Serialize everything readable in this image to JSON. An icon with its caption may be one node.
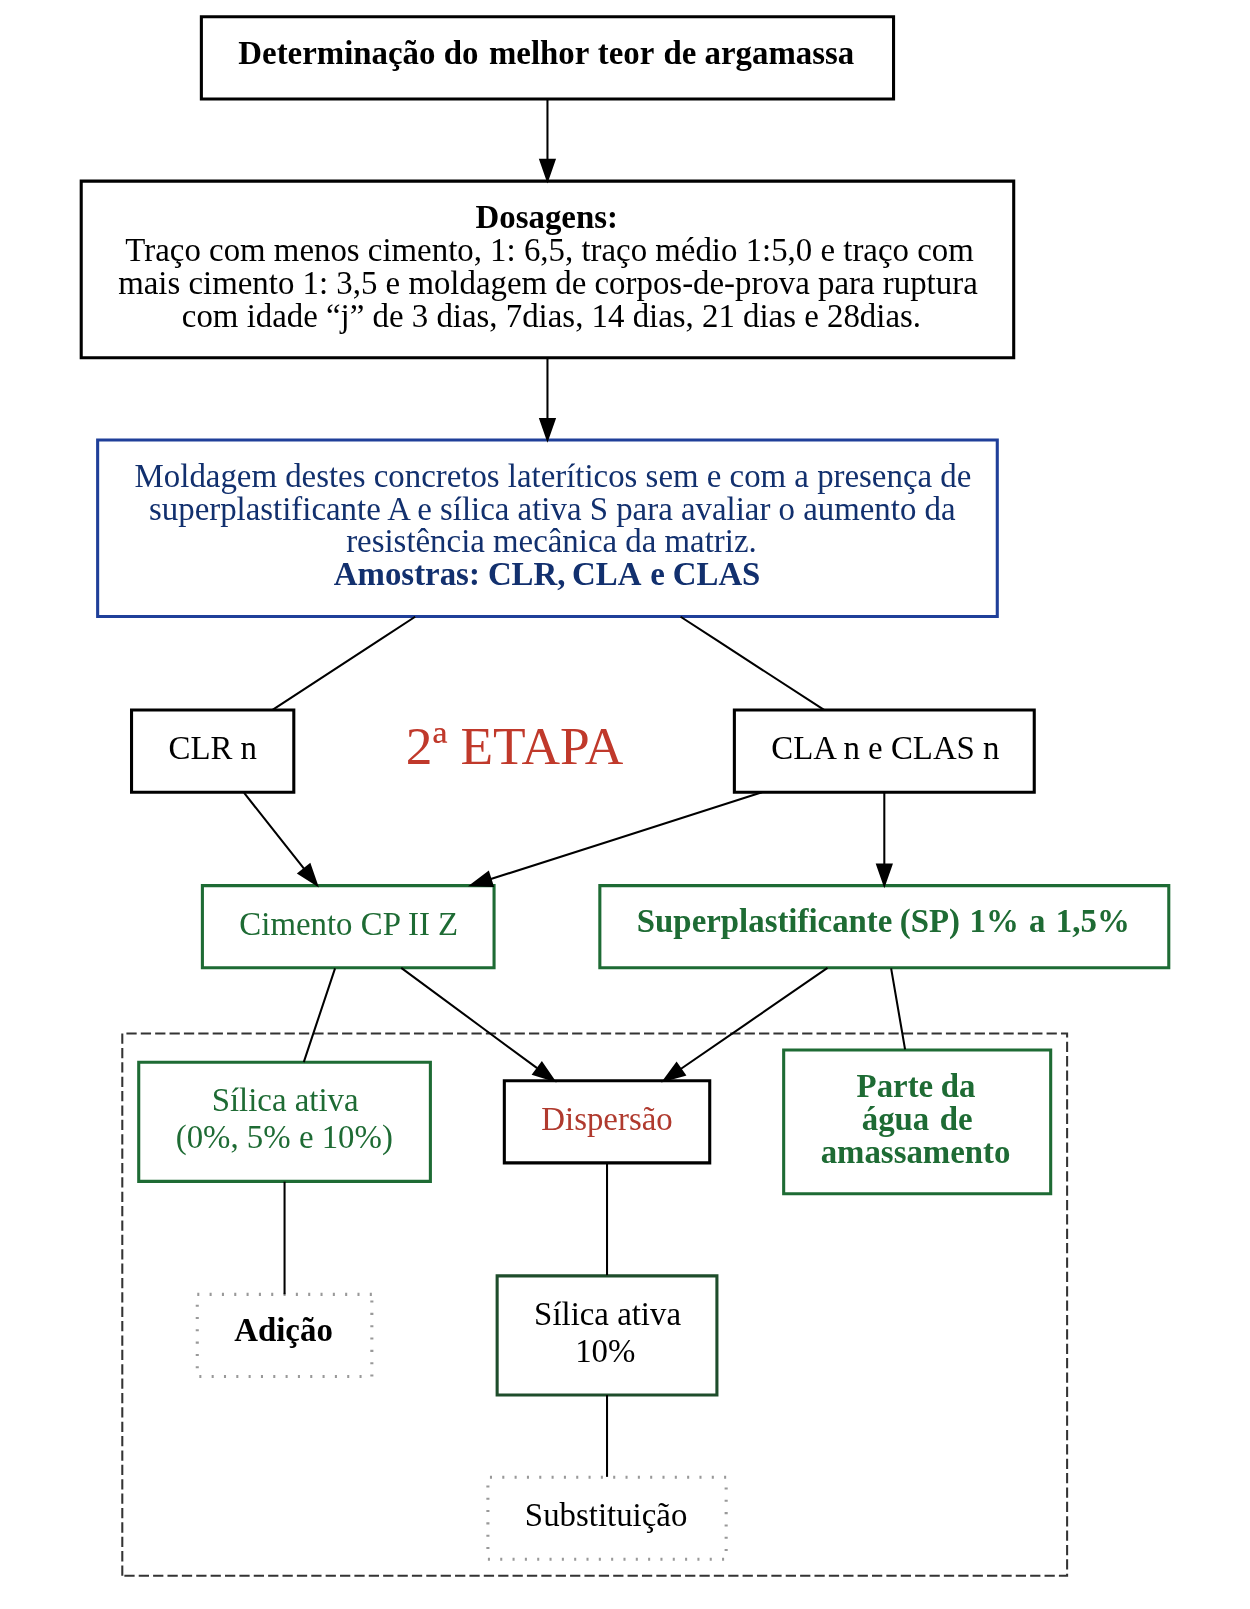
{
  "diagram": {
    "nodes": [
      {
        "text": [
          "Determinação do melhor teor de argamassa"
        ]
      },
      {
        "text": [
          "Dosagens:",
          "Traço com menos cimento, 1: 6,5, traço médio 1:5,0 e traço com mais cimento 1: 3,5 e moldagem de corpos-de-prova para ruptura com idade “j” de 3 dias, 7dias, 14 dias, 21 dias e 28dias."
        ]
      },
      {
        "text": [
          "Moldagem destes concretos lateríticos sem e com a presença de superplastificante A e sílica ativa S para avaliar o aumento da resistência mecânica da matriz. **Amostras: CLR, CLA e CLAS**"
        ]
      },
      {
        "text": [
          "CLR n"
        ]
      },
      {
        "text": [
          "CLA n e CLAS n"
        ]
      },
      {
        "text": [
          "Cimento CP II Z"
        ]
      },
      {
        "text": [
          "Superplastificante (SP) 1% a 1,5%"
        ]
      },
      {
        "text": [],
        "shape": "box"
      },
      {
        "text": [
          "Dispersão"
        ],
        "in": 7
      },
      {
        "text": [
          "Sílica ativa (0%, 5% e 10%)"
        ],
        "in": 7
      },
      {
        "text": [
          "Sílica ativa 10%"
        ],
        "in": 7
      },
      {
        "text": [
          "Parte da água de amassamento"
        ],
        "in": 7
      },
      {
        "text": [
          "Adição"
        ],
        "in": 7
      },
      {
        "text": [
          "Substituição"
        ],
        "in": 7
      }
    ],
    "edges": [
      {
        "from": 0,
        "to": 1,
        "arrow": "to"
      },
      {
        "from": 1,
        "to": 2,
        "arrow": "to"
      },
      {
        "from": 2,
        "to": 3,
        "arrow": "none"
      },
      {
        "from": 2,
        "to": 4,
        "arrow": "none"
      },
      {
        "from": 3,
        "to": 5,
        "arrow": "to"
      },
      {
        "from": 4,
        "to": 5,
        "arrow": "to"
      },
      {
        "from": 4,
        "to": 6,
        "arrow": "to"
      },
      {
        "from": 5,
        "to": 8,
        "arrow": "to"
      },
      {
        "from": 5,
        "to": 9,
        "arrow": "none"
      },
      {
        "from": 6,
        "to": 8,
        "arrow": "to"
      },
      {
        "from": 6,
        "to": 11,
        "arrow": "none"
      },
      {
        "from": 8,
        "to": 10,
        "arrow": "none"
      },
      {
        "from": 9,
        "to": 12,
        "arrow": "none"
      },
      {
        "from": 10,
        "to": 13,
        "arrow": "none"
      }
    ],
    "labels": [
      "2ª ETAPA"
    ]
  }
}
